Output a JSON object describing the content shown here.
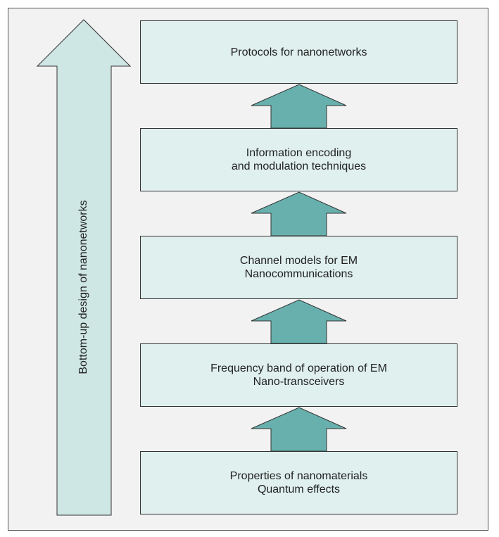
{
  "diagram": {
    "side_arrow": {
      "label": "Bottom-up design of nanonetworks"
    },
    "layers": [
      {
        "lines": [
          "Protocols for nanonetworks"
        ]
      },
      {
        "lines": [
          "Information encoding",
          "and modulation techniques"
        ]
      },
      {
        "lines": [
          "Channel models for EM",
          "Nanocommunications"
        ]
      },
      {
        "lines": [
          "Frequency band of operation of EM",
          "Nano-transceivers"
        ]
      },
      {
        "lines": [
          "Properties of nanomaterials",
          "Quantum effects"
        ]
      }
    ],
    "colors": {
      "box_fill": "#dff0ee",
      "side_arrow_fill": "#cfe7e4",
      "up_arrow_fill": "#67b0ad",
      "outline": "#333333",
      "frame_fill": "#f2f2f2"
    }
  }
}
